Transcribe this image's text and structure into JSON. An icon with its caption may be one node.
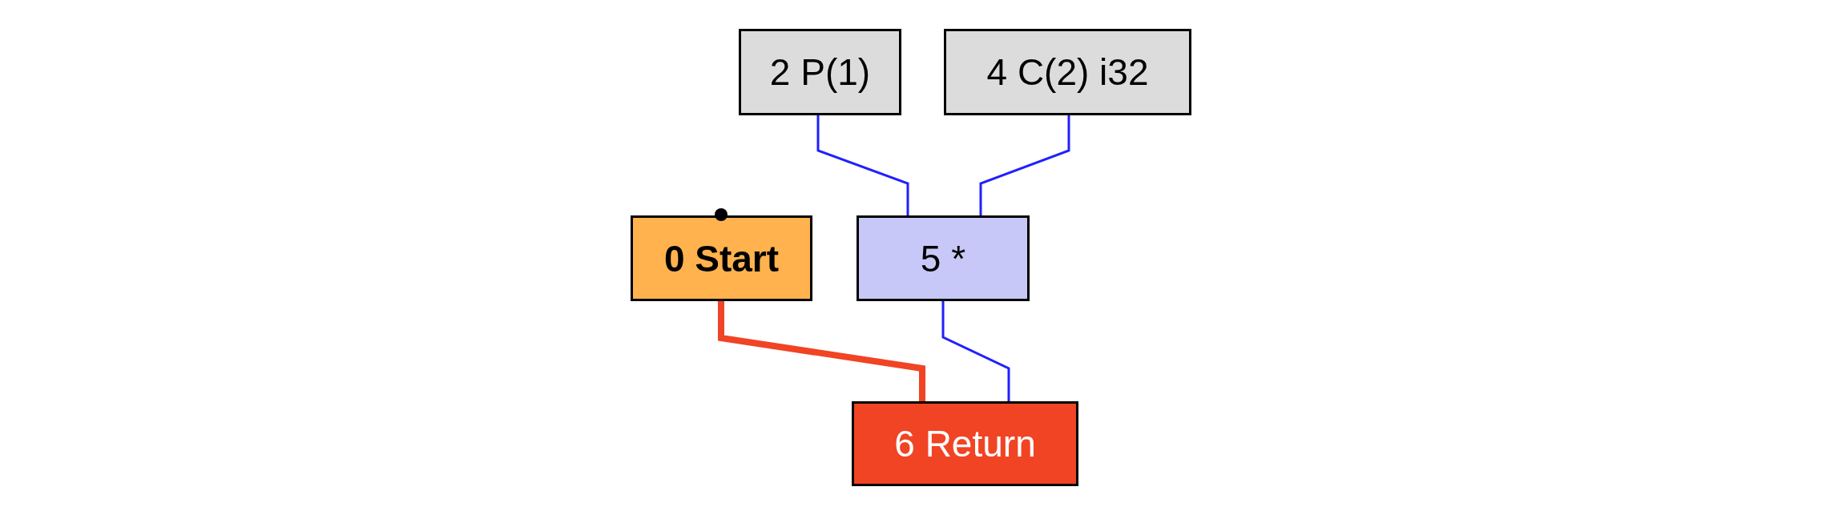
{
  "diagram": {
    "nodes": [
      {
        "text": [
          "2 P(1)"
        ]
      },
      {
        "text": [
          "4 C(2) i32"
        ]
      },
      {
        "text": [
          "0 Start"
        ]
      },
      {
        "text": [
          "5 *"
        ]
      },
      {
        "text": [
          "6 Return"
        ]
      }
    ],
    "edges": [
      {
        "from": 0,
        "to": 3,
        "arrow": "none"
      },
      {
        "from": 1,
        "to": 3,
        "arrow": "none"
      },
      {
        "from": 2,
        "to": 4,
        "arrow": "none",
        "style": "thick",
        "color": "#f04424"
      },
      {
        "from": 3,
        "to": 4,
        "arrow": "none"
      }
    ]
  }
}
